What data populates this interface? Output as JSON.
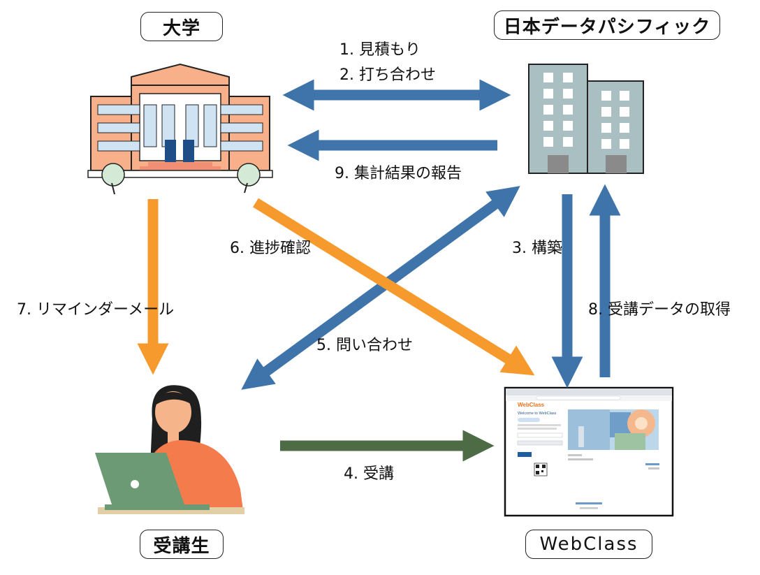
{
  "nodes": {
    "university": "大学",
    "company": "日本データパシフィック",
    "student": "受講生",
    "webclass": "WebClass"
  },
  "steps": {
    "s1": "1. 見積もり",
    "s2": "2. 打ち合わせ",
    "s3": "3. 構築",
    "s4": "4. 受講",
    "s5": "5. 問い合わせ",
    "s6": "6. 進捗確認",
    "s7": "7. リマインダーメール",
    "s8": "8. 受講データの取得",
    "s9": "9. 集計結果の報告"
  },
  "screenshot": {
    "brand": "WebClass",
    "welcome": "Welcome to WebClass"
  },
  "colors": {
    "blue": "#3f74ab",
    "orange": "#f79a2e",
    "green": "#4d6b45",
    "building_orange": "#f7b08a",
    "office_gray": "#a9bfc1"
  }
}
